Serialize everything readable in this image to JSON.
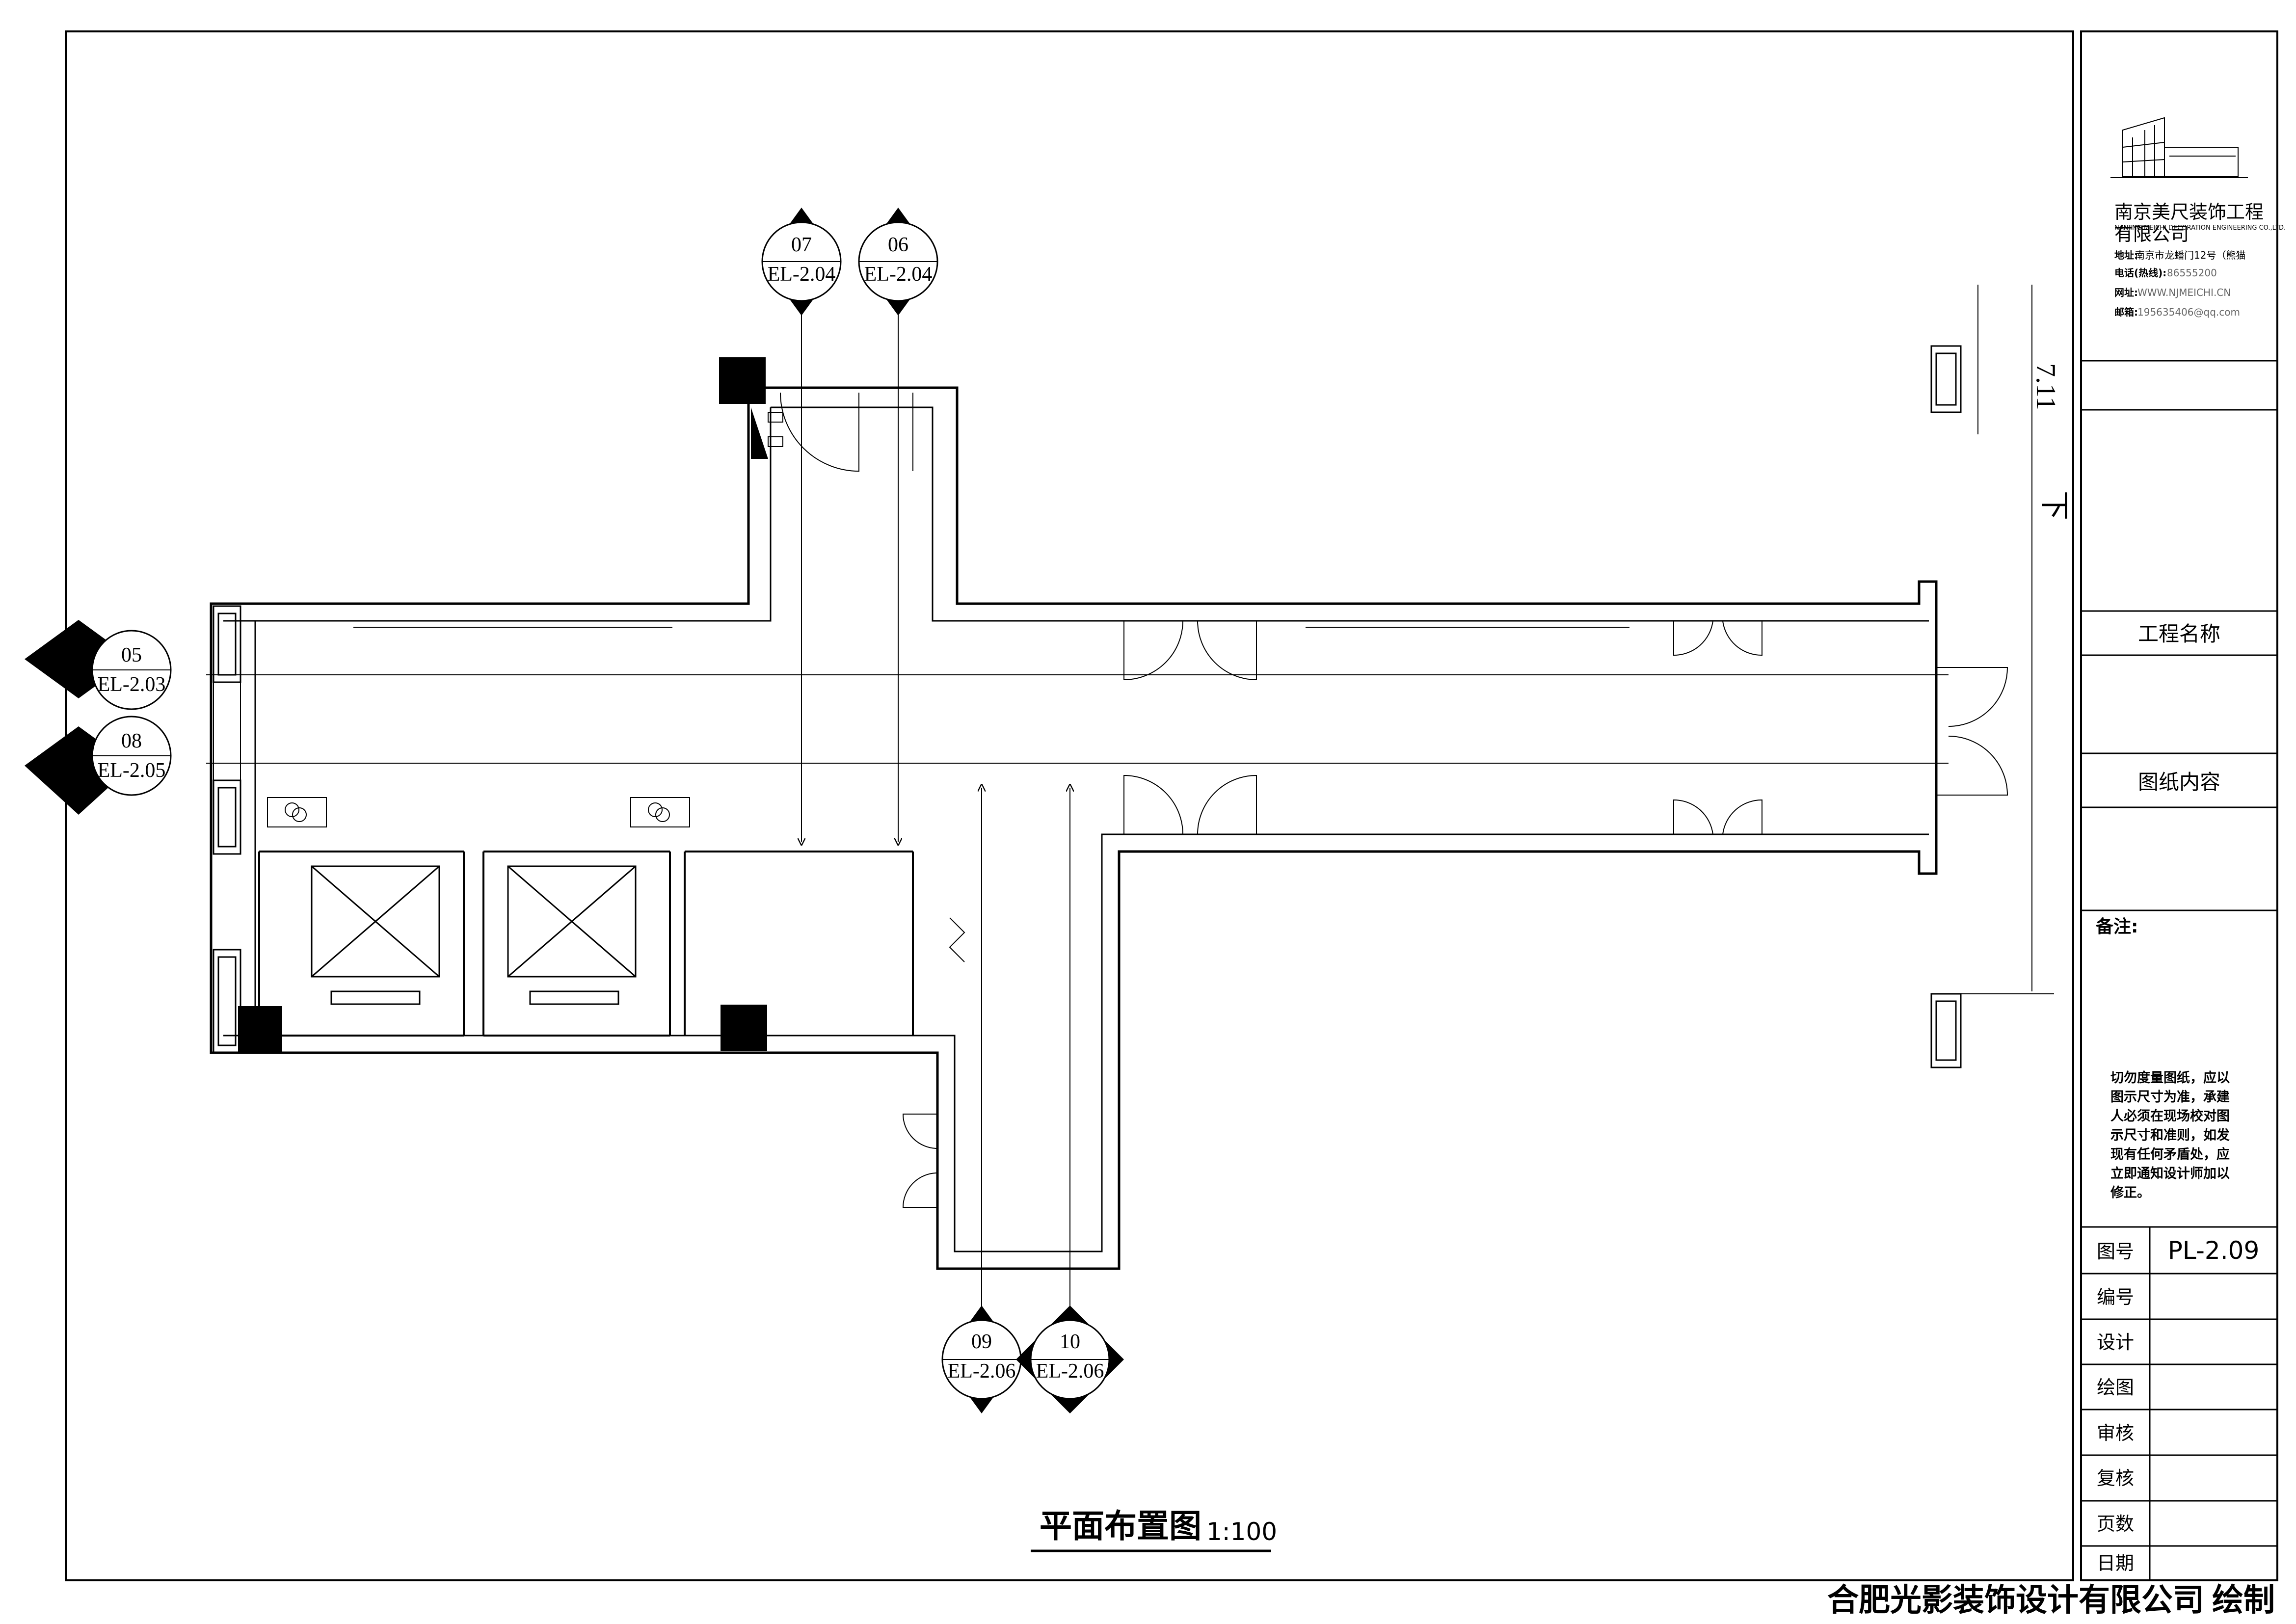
{
  "drawing": {
    "title": "平面布置图",
    "scale": "1:100"
  },
  "callouts": [
    {
      "number": "07",
      "ref": "EL-2.04"
    },
    {
      "number": "06",
      "ref": "EL-2.04"
    },
    {
      "number": "05",
      "ref": "EL-2.03"
    },
    {
      "number": "08",
      "ref": "EL-2.05"
    },
    {
      "number": "09",
      "ref": "EL-2.06"
    },
    {
      "number": "10",
      "ref": "EL-2.06"
    }
  ],
  "stair_text": "下",
  "stair_code": "7.11",
  "titleblock": {
    "company_cn_line1": "南京美尺装饰工程",
    "company_cn_line2": "有限公司",
    "company_en": "NANJING MEICHI DECORATION ENGINEERING CO.,LTD.",
    "address_label": "地址:",
    "address_value": "南京市龙蟠门12号（熊猫",
    "phone_label": "电话(热线):",
    "phone_value": "86555200",
    "web_label": "网址:",
    "web_value": "WWW.NJMEICHI.CN",
    "email_label": "邮箱:",
    "email_value": "195635406@qq.com",
    "project_name_label": "工程名称",
    "drawing_content_label": "图纸内容",
    "notes_label": "备注:",
    "note_lines": [
      "切勿度量图纸，应以",
      "图示尺寸为准，承建",
      "人必须在现场校对图",
      "示尺寸和准则，如发",
      "现有任何矛盾处，应",
      "立即通知设计师加以",
      "修正。"
    ],
    "rows": [
      {
        "label": "图号",
        "value": "PL-2.09"
      },
      {
        "label": "编号",
        "value": ""
      },
      {
        "label": "设计",
        "value": ""
      },
      {
        "label": "绘图",
        "value": ""
      },
      {
        "label": "审核",
        "value": ""
      },
      {
        "label": "复核",
        "value": ""
      },
      {
        "label": "页数",
        "value": ""
      },
      {
        "label": "日期",
        "value": ""
      }
    ]
  },
  "footer": "合肥光影装饰设计有限公司 绘制"
}
